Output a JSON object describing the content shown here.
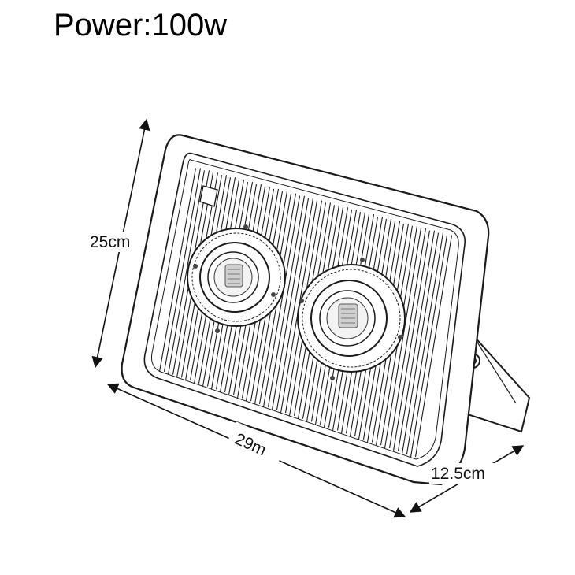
{
  "title": "Power:100w",
  "dimensions": {
    "height": "25cm",
    "width": "29m",
    "depth": "12.5cm"
  },
  "colors": {
    "line": "#1a1a1a",
    "background": "#ffffff"
  }
}
